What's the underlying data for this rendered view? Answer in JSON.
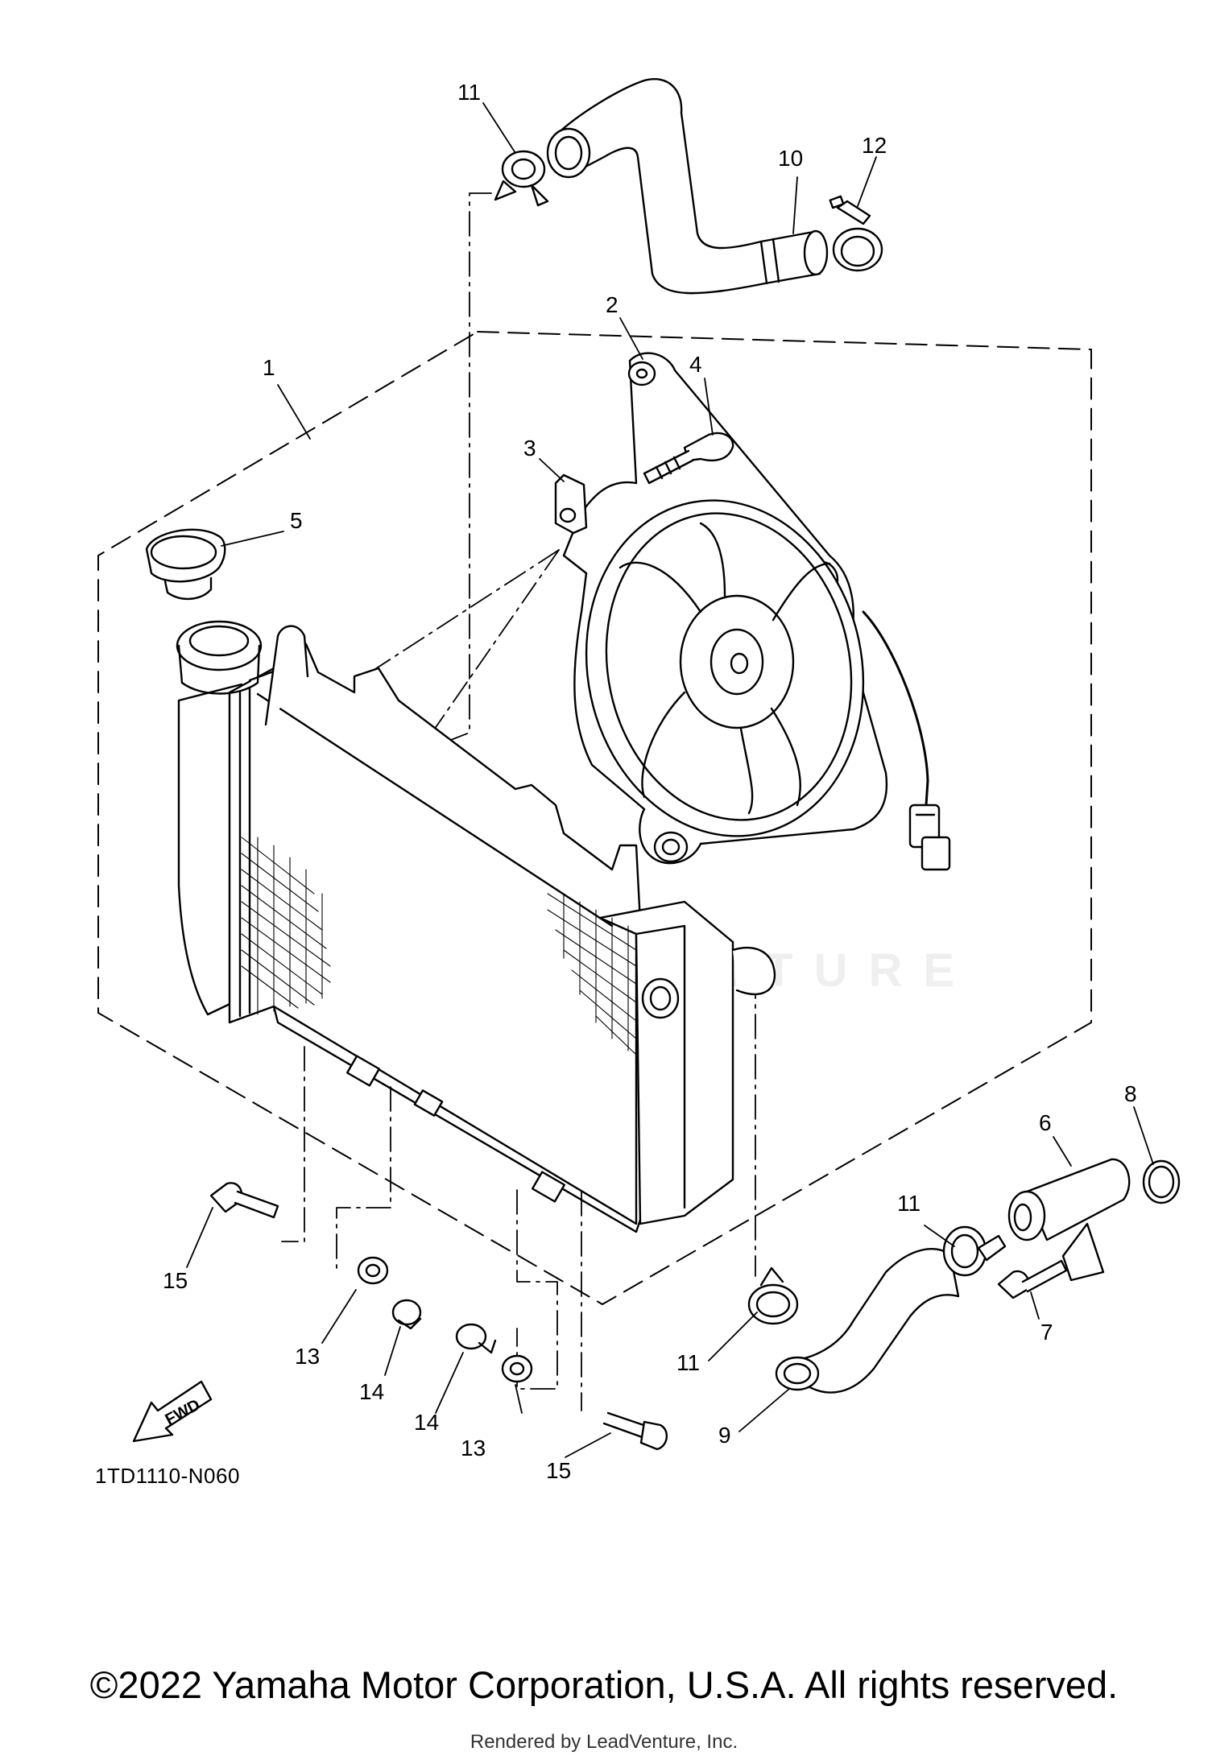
{
  "callouts": {
    "c1": "1",
    "c2": "2",
    "c3": "3",
    "c4": "4",
    "c5": "5",
    "c6": "6",
    "c7": "7",
    "c8": "8",
    "c9": "9",
    "c10": "10",
    "c11a": "11",
    "c11b": "11",
    "c11c": "11",
    "c12": "12",
    "c13a": "13",
    "c13b": "13",
    "c14a": "14",
    "c14b": "14",
    "c15a": "15",
    "c15b": "15"
  },
  "fwd_label": "FWD",
  "diagram_ref": "1TD1110-N060",
  "copyright": "©2022 Yamaha Motor Corporation, U.S.A. All rights reserved.",
  "rendered_by": "Rendered by LeadVenture, Inc.",
  "watermark": "LEADVENTURE"
}
